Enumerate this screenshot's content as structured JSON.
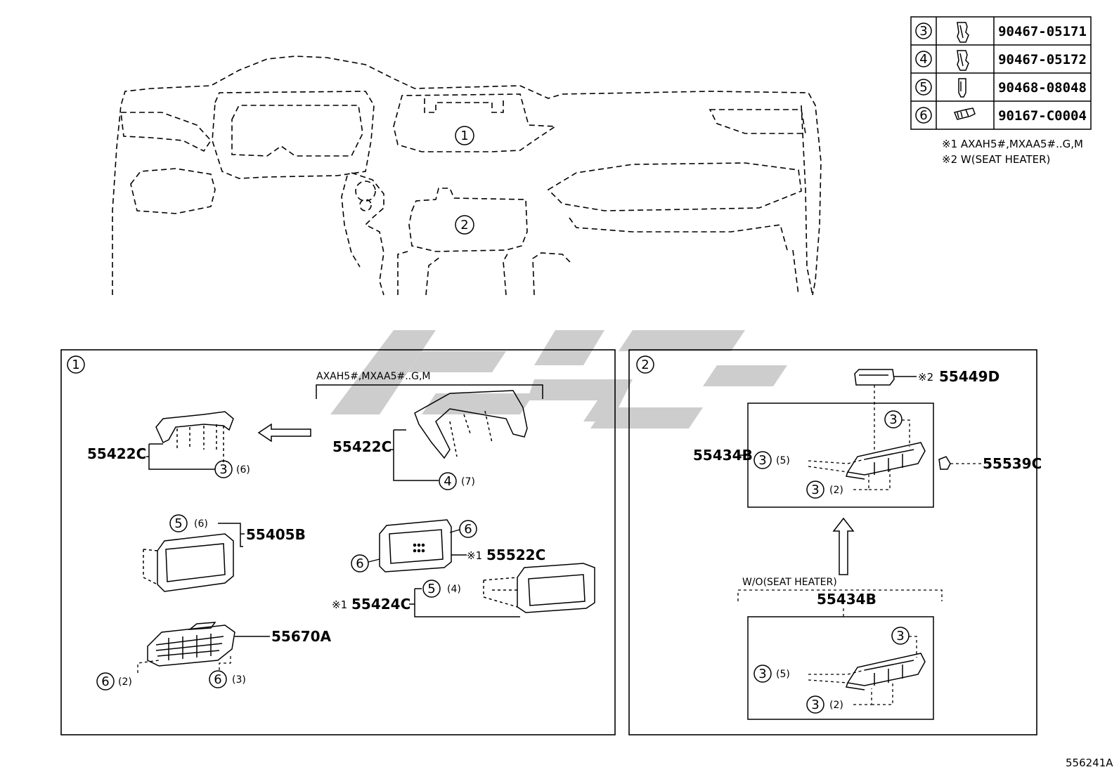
{
  "legend_table": {
    "rows": [
      {
        "ref": "3",
        "part": "90467-05171",
        "icon": "clip-icon"
      },
      {
        "ref": "4",
        "part": "90467-05172",
        "icon": "clip-icon"
      },
      {
        "ref": "5",
        "part": "90468-08048",
        "icon": "clip-icon"
      },
      {
        "ref": "6",
        "part": "90167-C0004",
        "icon": "screw-icon"
      }
    ]
  },
  "notes": [
    "※1 AXAH5#,MXAA5#..G,M",
    "※2 W(SEAT HEATER)"
  ],
  "overview": {
    "callout1": "1",
    "callout2": "2"
  },
  "panel1": {
    "number": "1",
    "variant_label": "AXAH5#,MXAA5#..G,M",
    "labels": {
      "p55422c_left": "55422C",
      "p55422c_right": "55422C",
      "p55405b": "55405B",
      "p55522c_mark": "※1",
      "p55522c": "55522C",
      "p55424c_mark": "※1",
      "p55424c": "55424C",
      "p55670a": "55670A"
    },
    "refs": {
      "r3_left": "3",
      "r3_left_qty": "(6)",
      "r4": "4",
      "r4_qty": "(7)",
      "r5_top": "5",
      "r5_top_qty": "(6)",
      "r6_a": "6",
      "r6_b": "6",
      "r5_mid": "5",
      "r5_mid_qty": "(4)",
      "r6_c": "6",
      "r6_c_qty": "(2)",
      "r6_d": "6",
      "r6_d_qty": "(3)"
    }
  },
  "panel2": {
    "number": "2",
    "labels": {
      "p55449d_mark": "※2",
      "p55449d": "55449D",
      "p55434b": "55434B",
      "p55539c": "55539C",
      "wo_label": "W/O(SEAT HEATER)",
      "p55434b_bottom": "55434B"
    },
    "refs": {
      "r3_a": "3",
      "r3_b": "3",
      "r3_b_qty": "(5)",
      "r3_c": "3",
      "r3_c_qty": "(2)",
      "r3_d": "3",
      "r3_e": "3",
      "r3_e_qty": "(5)",
      "r3_f": "3",
      "r3_f_qty": "(2)"
    }
  },
  "figure_id": "556241A"
}
